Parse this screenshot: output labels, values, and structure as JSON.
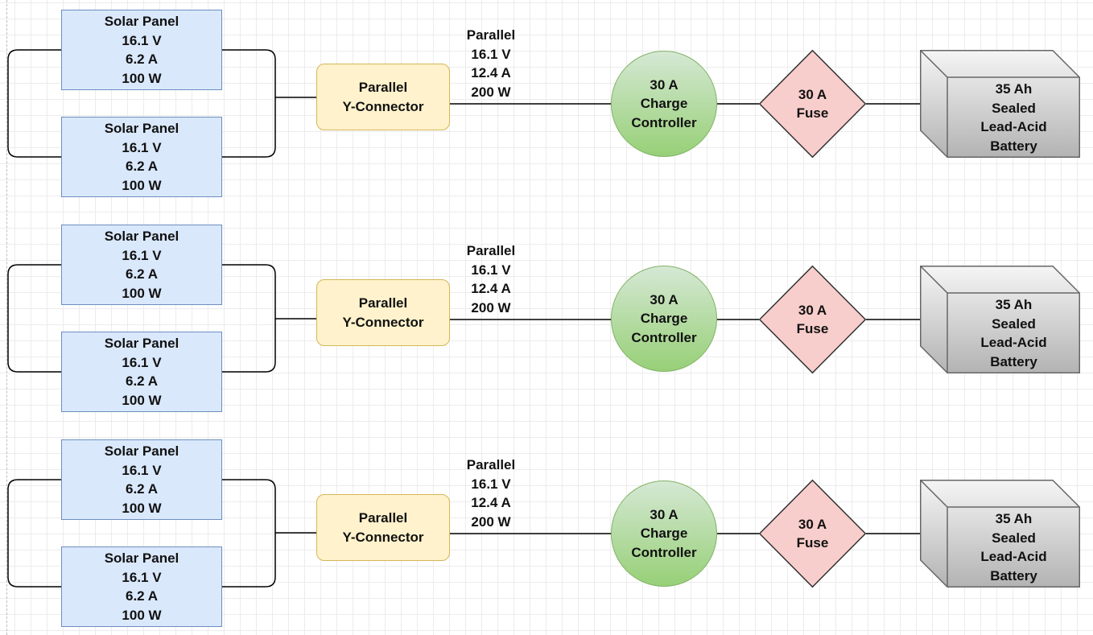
{
  "colors": {
    "panel_fill": "#dae8fc",
    "panel_stroke": "#6c8ebf",
    "connector_fill": "#fff2cc",
    "connector_stroke": "#d6b656",
    "controller_fill_top": "#d5e8d4",
    "controller_fill_bottom": "#97d077",
    "controller_stroke": "#82b366",
    "fuse_fill": "#f8cecc",
    "fuse_stroke": "#333333",
    "battery_fill_light": "#f5f5f5",
    "battery_fill_dark": "#b3b3b3",
    "battery_stroke": "#666666",
    "wire": "#000000",
    "grid": "#ececec"
  },
  "circuits": [
    {
      "panels": [
        {
          "title": "Solar Panel",
          "voltage": "16.1 V",
          "current": "6.2 A",
          "power": "100 W"
        },
        {
          "title": "Solar Panel",
          "voltage": "16.1 V",
          "current": "6.2 A",
          "power": "100 W"
        }
      ],
      "connector": {
        "line1": "Parallel",
        "line2": "Y-Connector"
      },
      "output": {
        "mode": "Parallel",
        "voltage": "16.1 V",
        "current": "12.4 A",
        "power": "200 W"
      },
      "controller": {
        "line1": "30 A",
        "line2": "Charge",
        "line3": "Controller"
      },
      "fuse": {
        "line1": "30 A",
        "line2": "Fuse"
      },
      "battery": {
        "line1": "35 Ah",
        "line2": "Sealed",
        "line3": "Lead-Acid",
        "line4": "Battery"
      }
    },
    {
      "panels": [
        {
          "title": "Solar Panel",
          "voltage": "16.1 V",
          "current": "6.2 A",
          "power": "100 W"
        },
        {
          "title": "Solar Panel",
          "voltage": "16.1 V",
          "current": "6.2 A",
          "power": "100 W"
        }
      ],
      "connector": {
        "line1": "Parallel",
        "line2": "Y-Connector"
      },
      "output": {
        "mode": "Parallel",
        "voltage": "16.1 V",
        "current": "12.4 A",
        "power": "200 W"
      },
      "controller": {
        "line1": "30 A",
        "line2": "Charge",
        "line3": "Controller"
      },
      "fuse": {
        "line1": "30 A",
        "line2": "Fuse"
      },
      "battery": {
        "line1": "35 Ah",
        "line2": "Sealed",
        "line3": "Lead-Acid",
        "line4": "Battery"
      }
    },
    {
      "panels": [
        {
          "title": "Solar Panel",
          "voltage": "16.1 V",
          "current": "6.2 A",
          "power": "100 W"
        },
        {
          "title": "Solar Panel",
          "voltage": "16.1 V",
          "current": "6.2 A",
          "power": "100 W"
        }
      ],
      "connector": {
        "line1": "Parallel",
        "line2": "Y-Connector"
      },
      "output": {
        "mode": "Parallel",
        "voltage": "16.1 V",
        "current": "12.4 A",
        "power": "200 W"
      },
      "controller": {
        "line1": "30 A",
        "line2": "Charge",
        "line3": "Controller"
      },
      "fuse": {
        "line1": "30 A",
        "line2": "Fuse"
      },
      "battery": {
        "line1": "35 Ah",
        "line2": "Sealed",
        "line3": "Lead-Acid",
        "line4": "Battery"
      }
    }
  ]
}
